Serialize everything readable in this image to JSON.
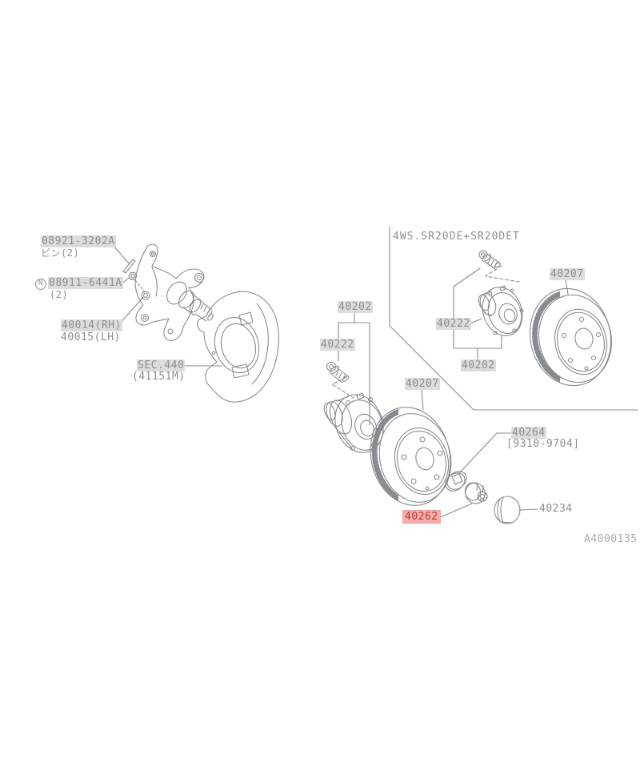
{
  "diagram": {
    "inset_header": "4WS.SR20DE+SR20DET",
    "code": "A4000135",
    "labels": {
      "pin": {
        "part": "08921-3202A",
        "note": "ピン(2)"
      },
      "hub_nut": {
        "prefix": "N",
        "part": "08911-6441A",
        "note": "(2)"
      },
      "knuckle": {
        "rh": "40014(RH)",
        "lh": "40015(LH)"
      },
      "splash_shield": {
        "sec": "SEC.440",
        "ref": "(41151M)"
      },
      "bolt_main": "40222",
      "hub_main": "40202",
      "rotor_main": "40207",
      "washer": {
        "part": "40264",
        "applicability": "[9310-9704]"
      },
      "spindle_nut": "40262",
      "hub_cap": "40234",
      "bolt_inset": "40222",
      "hub_inset": "40202",
      "rotor_inset": "40207"
    },
    "colors": {
      "line": "#888c90",
      "label_text": "#8b8f93",
      "highlight_bg": "#dcdcdc",
      "selected_text": "#c03a2e",
      "selected_bg": "#f5adad",
      "code_text": "#a8adb2"
    }
  }
}
